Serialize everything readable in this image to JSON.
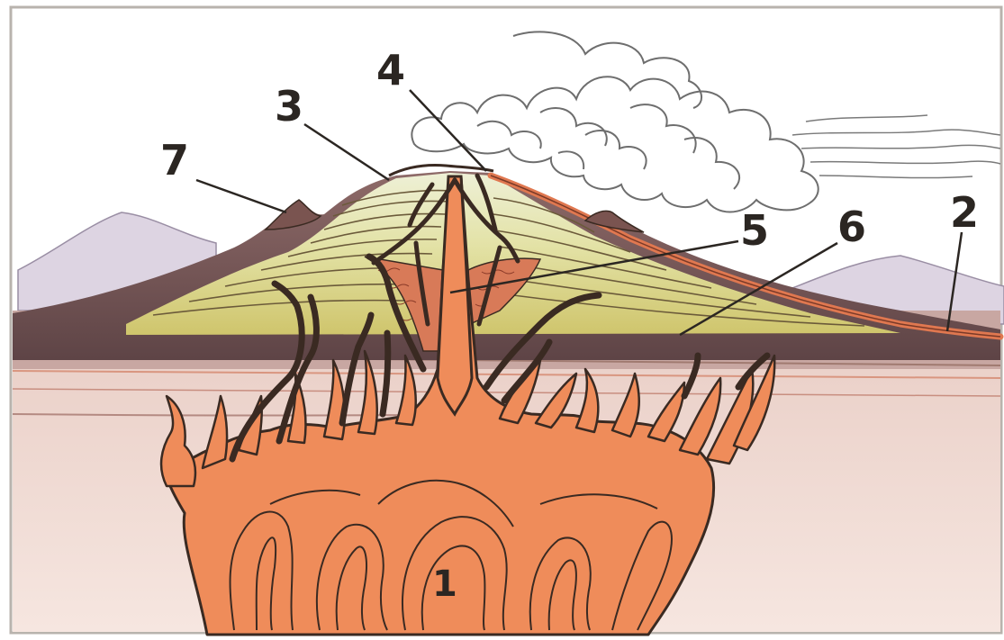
{
  "labels": {
    "magma_chamber": "1",
    "lava_flow": "2",
    "volcanic_cone": "3",
    "crater": "4",
    "vent": "5",
    "dike": "6",
    "parasitic_cone": "7"
  },
  "colors": {
    "sky": "#ffffff",
    "ground": "#f1dcd6",
    "magma": "#ef8c5a",
    "magma_outline": "#3a2a22",
    "strata_dark": "#6e4a48",
    "strata_yellow": "#dcd88a",
    "strata_lightgreen": "#e8eccc",
    "distant_mountains": "#ddd4e2",
    "lava_stream": "#e07850",
    "smoke_outline": "#6e6e6e"
  }
}
